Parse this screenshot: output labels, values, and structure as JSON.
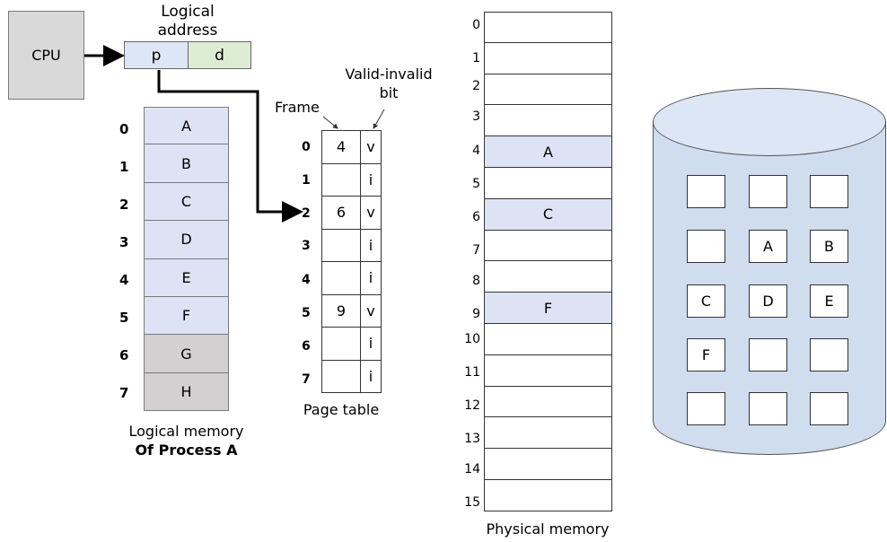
{
  "cpu": {
    "label": "CPU"
  },
  "logical_address": {
    "title_line1": "Logical",
    "title_line2": "address",
    "p": "p",
    "d": "d"
  },
  "logical_memory": {
    "indices": [
      "0",
      "1",
      "2",
      "3",
      "4",
      "5",
      "6",
      "7"
    ],
    "pages": [
      "A",
      "B",
      "C",
      "D",
      "E",
      "F",
      "G",
      "H"
    ],
    "caption_line1": "Logical memory",
    "caption_line2": "Of Process A"
  },
  "page_table": {
    "label_frame": "Frame",
    "label_valid_line1": "Valid-invalid",
    "label_valid_line2": "bit",
    "indices": [
      "0",
      "1",
      "2",
      "3",
      "4",
      "5",
      "6",
      "7"
    ],
    "frames": [
      "4",
      "",
      "6",
      "",
      "",
      "9",
      "",
      ""
    ],
    "bits": [
      "v",
      "i",
      "v",
      "i",
      "i",
      "v",
      "i",
      "i"
    ],
    "caption": "Page table"
  },
  "physical_memory": {
    "indices": [
      "0",
      "1",
      "2",
      "3",
      "4",
      "5",
      "6",
      "7",
      "8",
      "9",
      "10",
      "11",
      "12",
      "13",
      "14",
      "15"
    ],
    "contents": [
      "",
      "",
      "",
      "",
      "A",
      "",
      "C",
      "",
      "",
      "F",
      "",
      "",
      "",
      "",
      "",
      ""
    ],
    "caption": "Physical memory"
  },
  "disk": {
    "slots": [
      [
        "",
        "",
        ""
      ],
      [
        "",
        "A",
        "B"
      ],
      [
        "C",
        "D",
        "E"
      ],
      [
        "F",
        "",
        ""
      ],
      [
        "",
        "",
        ""
      ]
    ]
  },
  "colors": {
    "page_in_memory": "#dde3f4",
    "page_not_in_memory": "#d2d0d0",
    "offset_field": "#dcedd3",
    "disk": "#cfddee"
  }
}
